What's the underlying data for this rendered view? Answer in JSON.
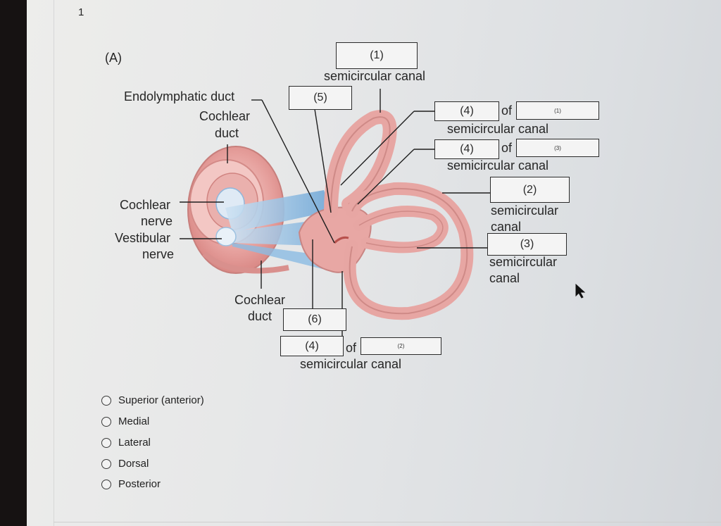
{
  "question_number": "1",
  "figure": {
    "panel_label": "(A)",
    "boxes": {
      "b1": "(1)",
      "b5": "(5)",
      "b4a": "(4)",
      "b1small": "(1)",
      "b4b": "(4)",
      "b3small": "(3)",
      "b2": "(2)",
      "b3": "(3)",
      "b6": "(6)",
      "b4c": "(4)",
      "b2small": "(2)"
    },
    "labels": {
      "semicircular_canal_top": "semicircular canal",
      "endolymphatic_duct": "Endolymphatic duct",
      "cochlear_duct_top_1": "Cochlear",
      "cochlear_duct_top_2": "duct",
      "of_1": "of",
      "semicircular_canal_1": "semicircular canal",
      "of_2": "of",
      "semicircular_canal_2": "semicircular canal",
      "semicircular_2a": "semicircular",
      "canal_2b": "canal",
      "semicircular_3a": "semicircular",
      "canal_3b": "canal",
      "cochlear_nerve_1": "Cochlear",
      "cochlear_nerve_2": "nerve",
      "vestibular_nerve_1": "Vestibular",
      "vestibular_nerve_2": "nerve",
      "cochlear_duct_bottom_1": "Cochlear",
      "cochlear_duct_bottom_2": "duct",
      "of_3": "of",
      "semicircular_canal_bottom": "semicircular canal"
    }
  },
  "options": [
    {
      "label": "Superior (anterior)"
    },
    {
      "label": "Medial"
    },
    {
      "label": "Lateral"
    },
    {
      "label": "Dorsal"
    },
    {
      "label": "Posterior"
    }
  ]
}
